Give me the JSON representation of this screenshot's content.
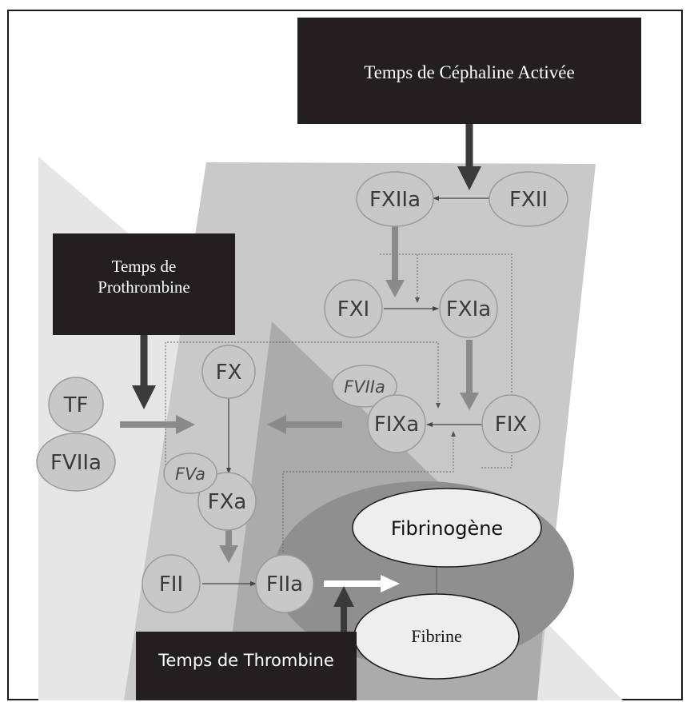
{
  "boxes": {
    "aptt": "Temps de Céphaline Activée",
    "pt_line1": "Temps de",
    "pt_line2": "Prothrombine",
    "tt": "Temps de Thrombine"
  },
  "factors": {
    "fxii": "FXII",
    "fxiia": "FXIIa",
    "fxi": "FXI",
    "fxia": "FXIa",
    "fix": "FIX",
    "fixa": "FIXa",
    "fviia_cofactor": "FVIIa",
    "fx": "FX",
    "fva": "FVa",
    "fxa": "FXa",
    "tf": "TF",
    "fviia": "FVIIa",
    "fii": "FII",
    "fiia": "FIIa",
    "fibrinogen": "Fibrinogène",
    "fibrin": "Fibrine"
  },
  "colors": {
    "frame": "#1a1a1a",
    "box_fill": "#231f20",
    "light_zone": "#e6e6e6",
    "mid_zone": "#c9c9c9",
    "dark_zone": "#a9a9a9",
    "ellipse_zone": "#8e8e8e",
    "node_fill": "#c8c8c8",
    "arrow_dark": "#3a3a3a",
    "arrow_gray": "#8a8a8a",
    "arrow_white": "#ffffff"
  }
}
